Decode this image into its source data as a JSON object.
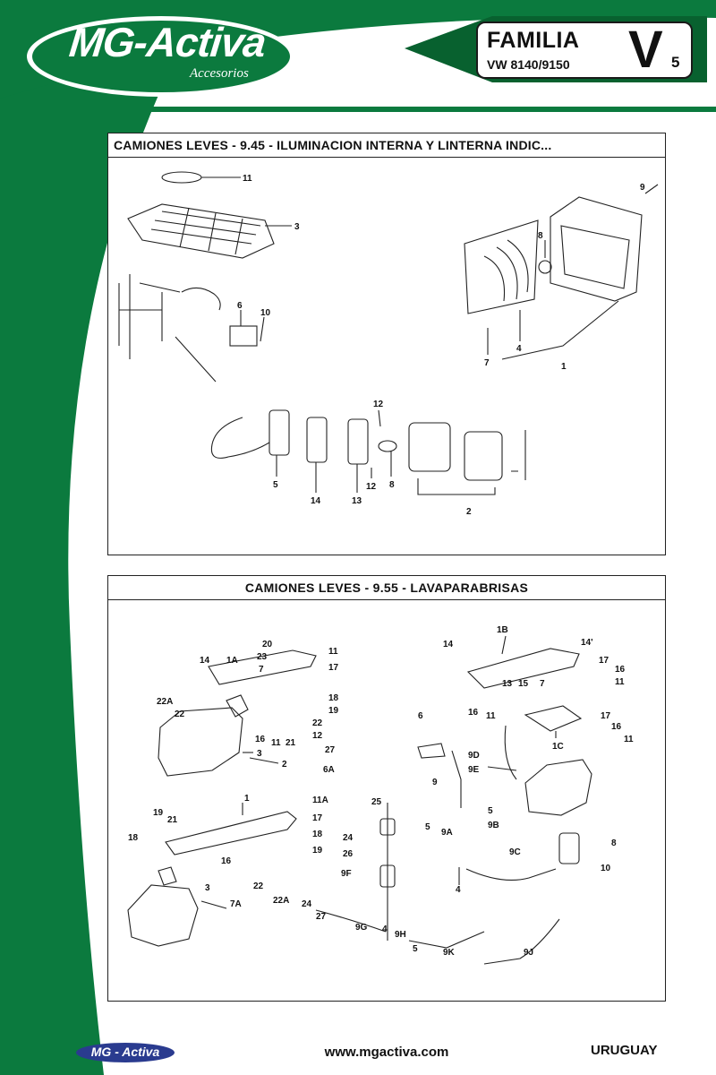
{
  "header": {
    "logo_text": "MG-Activa",
    "logo_subtitle": "Accesorios",
    "familia_label": "FAMILIA",
    "familia_letter": "V",
    "familia_number": "5",
    "model": "VW 8140/9150"
  },
  "panels": [
    {
      "title": "CAMIONES LEVES - 9.45 - ILUMINACION INTERNA Y LINTERNA INDIC...",
      "callouts": [
        "11",
        "3",
        "6",
        "10",
        "9",
        "8",
        "7",
        "4",
        "1",
        "12",
        "12",
        "8",
        "5",
        "14",
        "13",
        "2"
      ]
    },
    {
      "title": "CAMIONES LEVES - 9.55 - LAVAPARABRISAS",
      "callouts": [
        "20",
        "23",
        "11",
        "7",
        "17",
        "14",
        "1A",
        "18",
        "22A",
        "22",
        "19",
        "16",
        "11",
        "21",
        "22",
        "12",
        "3",
        "2",
        "27",
        "6A",
        "1",
        "11A",
        "25",
        "17",
        "19",
        "18",
        "21",
        "18",
        "24",
        "16",
        "19",
        "26",
        "22",
        "22A",
        "9F",
        "3",
        "7A",
        "24",
        "27",
        "9G",
        "4",
        "9H",
        "5",
        "14",
        "1B",
        "14'",
        "17",
        "16",
        "13",
        "15",
        "7",
        "11",
        "16",
        "11",
        "17",
        "16",
        "1C",
        "11",
        "6",
        "9D",
        "9E",
        "9",
        "5",
        "9B",
        "5",
        "9A",
        "9C",
        "8",
        "10",
        "4",
        "9K",
        "9J"
      ]
    }
  ],
  "footer": {
    "logo_text": "MG - Activa",
    "url": "www.mgactiva.com",
    "country": "URUGUAY"
  },
  "colors": {
    "brand_green": "#0b7a3e",
    "dark_green": "#08612f",
    "footer_logo_blue": "#2a3b8f"
  }
}
